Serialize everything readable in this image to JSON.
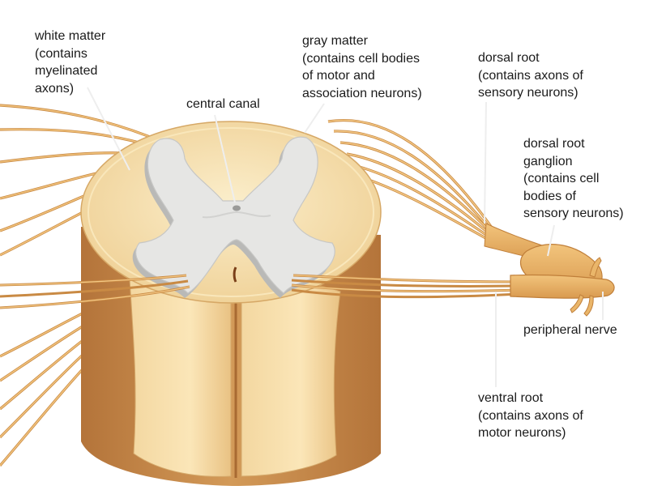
{
  "labels": {
    "white_matter": [
      "white matter",
      "(contains",
      "myelinated",
      "axons)"
    ],
    "central_canal": [
      "central canal"
    ],
    "gray_matter": [
      "gray matter",
      "(contains cell bodies",
      "of motor and",
      "association neurons)"
    ],
    "dorsal_root": [
      "dorsal root",
      "(contains axons of",
      "sensory neurons)"
    ],
    "dorsal_root_ganglion": [
      "dorsal root",
      "ganglion",
      "(contains cell",
      "bodies of",
      "sensory neurons)"
    ],
    "peripheral_nerve": [
      "peripheral nerve"
    ],
    "ventral_root": [
      "ventral root",
      "(contains axons of",
      "motor neurons)"
    ]
  },
  "colors": {
    "white_matter_fill": "#f5dfa6",
    "white_matter_light": "#fbecc4",
    "cord_side": "#c98f4f",
    "cord_edge": "#b67a3e",
    "gray_matter_fill": "#e4e4e2",
    "gray_matter_shadow": "#b9b9b7",
    "nerve_fill": "#eab66a",
    "nerve_line": "#b87a35",
    "leader_line": "#e8e8e8",
    "text": "#1b1b1b"
  }
}
